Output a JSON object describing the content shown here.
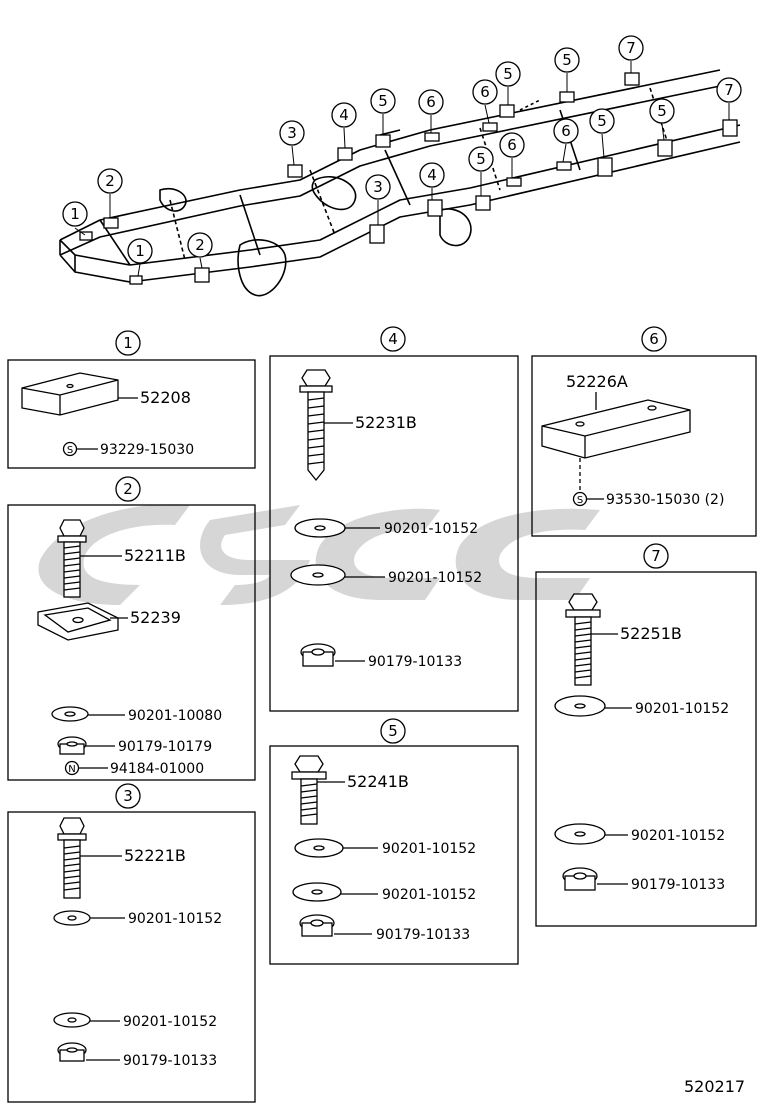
{
  "diagram_id": "520217",
  "callouts": {
    "c1": "1",
    "c2": "2",
    "c3": "3",
    "c4": "4",
    "c5": "5",
    "c6": "6",
    "c7": "7"
  },
  "symbols": {
    "s": "S",
    "n": "N"
  },
  "groups": {
    "g1": {
      "parts": [
        "52208",
        "93229-15030"
      ]
    },
    "g2": {
      "parts": [
        "52211B",
        "52239",
        "90201-10080",
        "90179-10179",
        "94184-01000"
      ]
    },
    "g3": {
      "parts": [
        "52221B",
        "90201-10152",
        "90201-10152",
        "90179-10133"
      ]
    },
    "g4": {
      "parts": [
        "52231B",
        "90201-10152",
        "90201-10152",
        "90179-10133"
      ]
    },
    "g5": {
      "parts": [
        "52241B",
        "90201-10152",
        "90201-10152",
        "90179-10133"
      ]
    },
    "g6": {
      "parts": [
        "52226A",
        "93530-15030 (2)"
      ]
    },
    "g7": {
      "parts": [
        "52251B",
        "90201-10152",
        "90201-10152",
        "90179-10133"
      ]
    }
  }
}
